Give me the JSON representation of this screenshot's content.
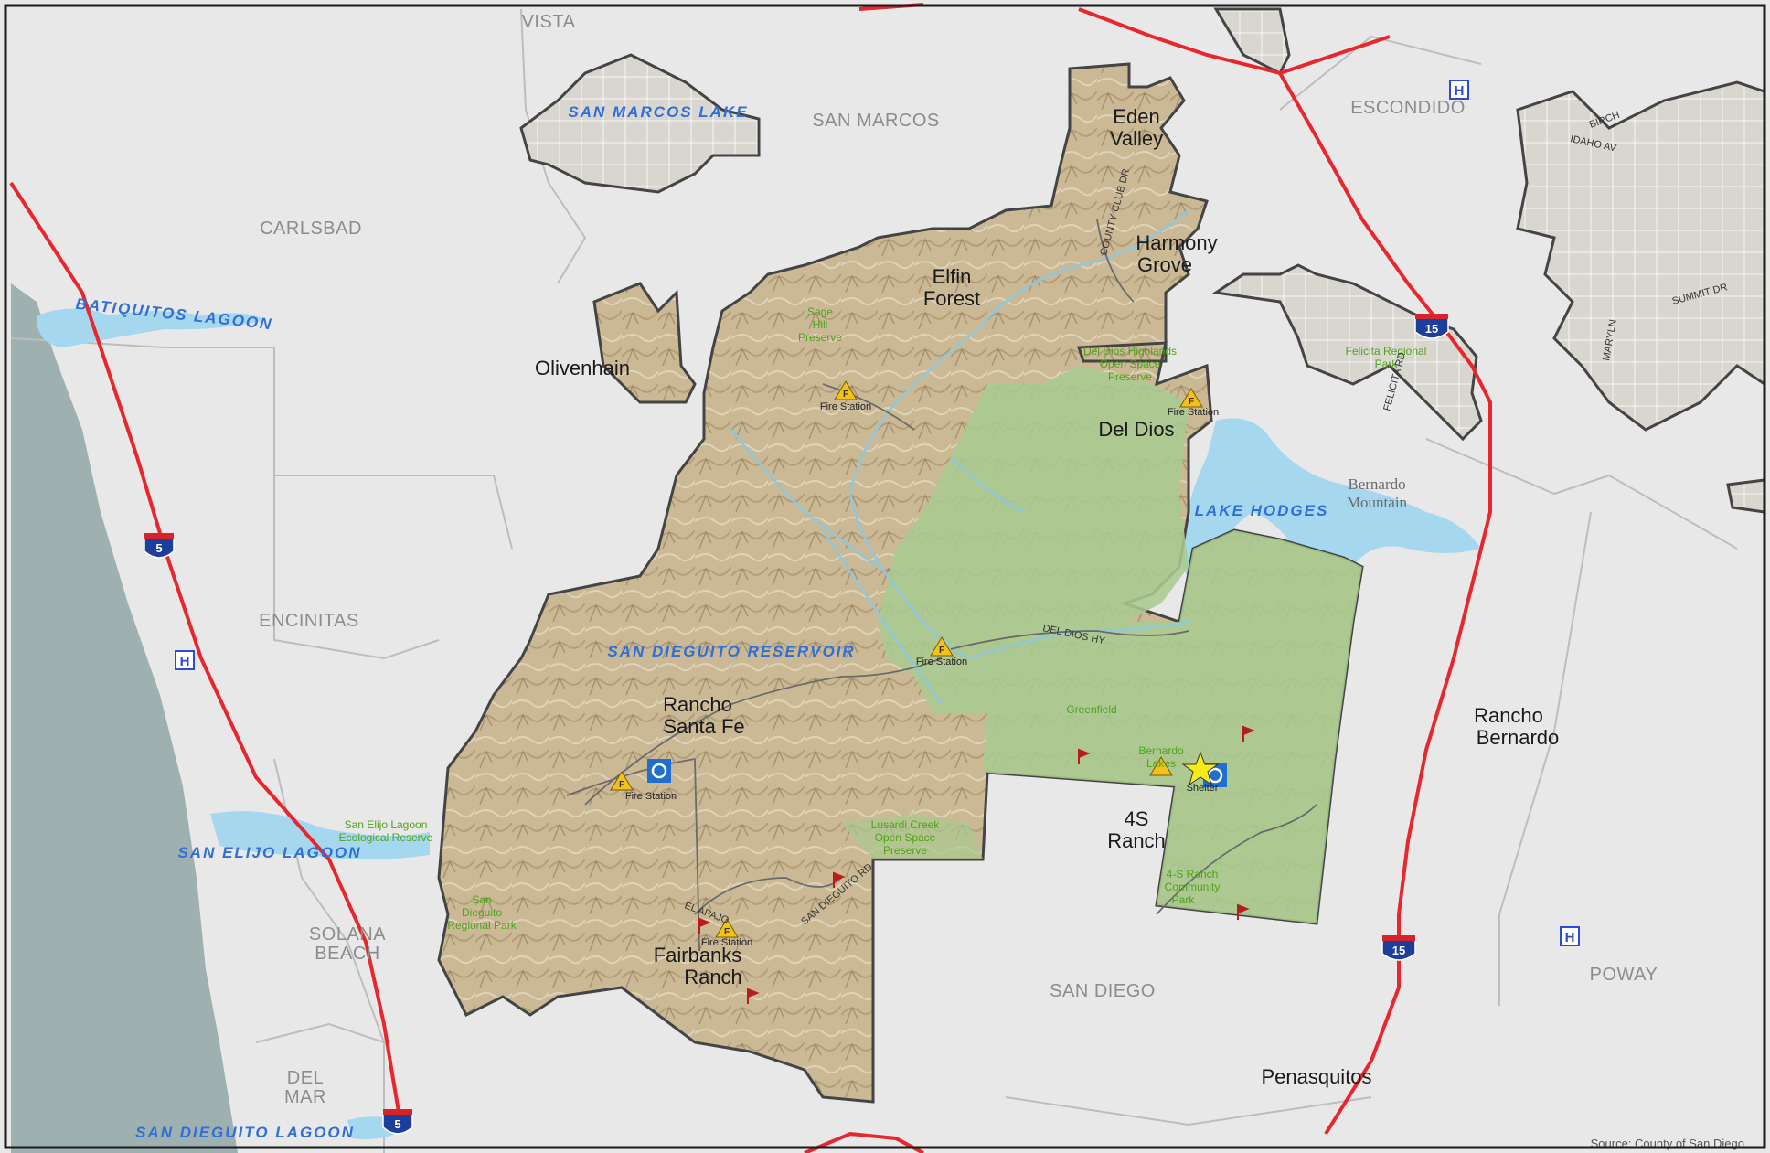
{
  "cities": {
    "vista": "VISTA",
    "san_marcos": "SAN MARCOS",
    "escondido": "ESCONDIDO",
    "carlsbad": "CARLSBAD",
    "encinitas": "ENCINITAS",
    "solana_line1": "SOLANA",
    "solana_line2": "BEACH",
    "del_mar_line1": "DEL",
    "del_mar_line2": "MAR",
    "san_diego": "SAN DIEGO",
    "poway": "POWAY"
  },
  "places": {
    "eden_line1": "Eden",
    "eden_line2": "Valley",
    "harmony_line1": "Harmony",
    "harmony_line2": "Grove",
    "elfin_line1": "Elfin",
    "elfin_line2": "Forest",
    "olivenhain": "Olivenhain",
    "del_dios": "Del Dios",
    "rsf_line1": "Rancho",
    "rsf_line2": "Santa Fe",
    "fairbanks_line1": "Fairbanks",
    "fairbanks_line2": "Ranch",
    "fours_line1": "4S",
    "fours_line2": "Ranch",
    "rb_line1": "Rancho",
    "rb_line2": "Bernardo",
    "penasquitos": "Penasquitos",
    "bernardo_mtn_line1": "Bernardo",
    "bernardo_mtn_line2": "Mountain"
  },
  "water": {
    "san_marcos_lake": "SAN MARCOS LAKE",
    "batiquitos": "BATIQUITOS LAGOON",
    "san_dieguito_reservoir": "SAN DIEGUITO RESERVOIR",
    "lake_hodges": "LAKE HODGES",
    "san_elijo_lagoon": "SAN ELIJO LAGOON",
    "san_dieguito_lagoon": "SAN DIEGUITO LAGOON"
  },
  "parks": {
    "sage_line1": "Sage",
    "sage_line2": "Hill",
    "sage_line3": "Preserve",
    "ddh_line1": "Del Dios Highlands",
    "ddh_line2": "Open Space",
    "ddh_line3": "Preserve",
    "felicita_line1": "Felicita Regional",
    "felicita_line2": "Park",
    "greenfield": "Greenfield",
    "bernardo_lakes_line1": "Bernardo",
    "bernardo_lakes_line2": "Lakes",
    "lusardi_line1": "Lusardi Creek",
    "lusardi_line2": "Open Space",
    "lusardi_line3": "Preserve",
    "san_elijo_eco_line1": "San Elijo Lagoon",
    "san_elijo_eco_line2": "Ecological Reserve",
    "sdr_park_line1": "San",
    "sdr_park_line2": "Dieguito",
    "sdr_park_line3": "Regional Park",
    "four_s_park_line1": "4-S Ranch",
    "four_s_park_line2": "Community",
    "four_s_park_line3": "Park"
  },
  "facilities": {
    "fire_station": "Fire Station",
    "fire_glyph": "F",
    "hospital_glyph": "H",
    "shelter": "Shelter"
  },
  "roads": {
    "del_dios_hy": "DEL DIOS HY",
    "county_rd": "COUNTY CLUB DR",
    "el_apajo": "EL APAJO",
    "san_dieguito_rd": "SAN DIEGUITO RD",
    "felicitaro": "FELICITA RD",
    "birch": "BIRCH",
    "idaho": "IDAHO AV",
    "summit": "SUMMIT DR",
    "maryn": "MARYLN"
  },
  "highways": {
    "i5": "5",
    "i15": "15"
  },
  "source": "Source: County of San Diego",
  "colors": {
    "background": "#e8e8e8",
    "terrain": "#c8b797",
    "green": "#a8c98f",
    "water": "#a5d8ee",
    "ocean": "#9fb0b0",
    "highway": "#e8262d",
    "boundary": "#444444"
  }
}
